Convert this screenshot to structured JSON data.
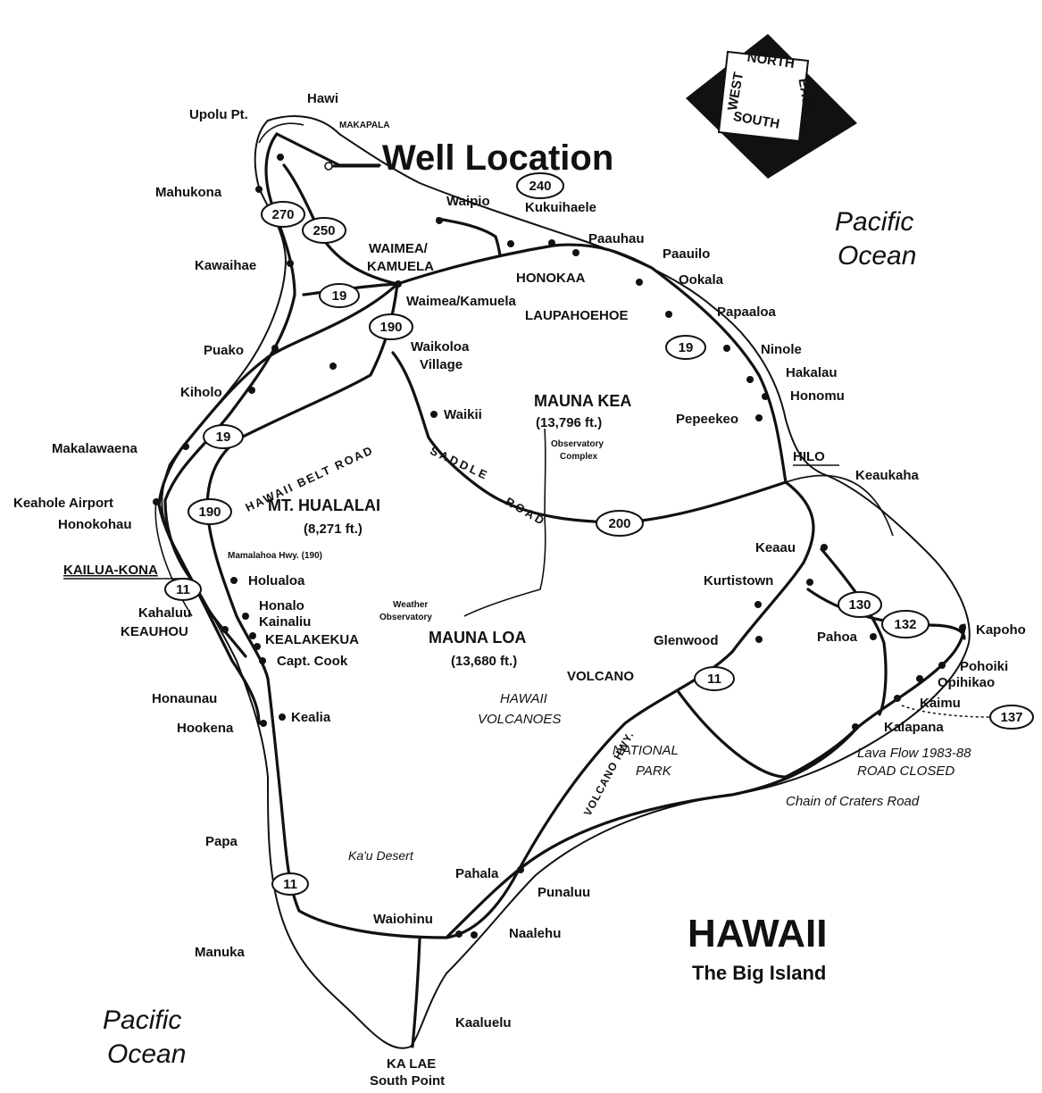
{
  "title": "HAWAII",
  "subtitle": "The Big Island",
  "well_label": "Well Location",
  "ocean_ne": [
    "Pacific",
    "Ocean"
  ],
  "ocean_sw": [
    "Pacific",
    "Ocean"
  ],
  "compass": {
    "north": "NORTH",
    "east": "EAST",
    "south": "SOUTH",
    "west": "WEST"
  },
  "mountains": {
    "hualalai": {
      "name": "MT. HUALALAI",
      "elev": "(8,271 ft.)"
    },
    "kea": {
      "name": "MAUNA KEA",
      "elev": "(13,796 ft.)"
    },
    "loa": {
      "name": "MAUNA LOA",
      "elev": "(13,680 ft.)"
    }
  },
  "features": {
    "observatory_complex": [
      "Observatory",
      "Complex"
    ],
    "weather_observatory": [
      "Weather",
      "Observatory"
    ],
    "hawaii_volcanoes": [
      "HAWAII",
      "VOLCANOES"
    ],
    "national_park": [
      "NATIONAL",
      "PARK"
    ],
    "kau_desert": "Ka'u Desert",
    "lava_flow": [
      "Lava Flow 1983-88",
      "ROAD CLOSED"
    ],
    "chain_of_craters": "Chain of Craters Road",
    "mamalahoa": "Mamalahoa Hwy. (190)"
  },
  "road_names": {
    "belt": "HAWAII BELT ROAD",
    "saddle1": "SADDLE",
    "saddle2": "ROAD",
    "volcano_hwy": "VOLCANO HWY."
  },
  "shields": [
    "240",
    "270",
    "250",
    "19",
    "190",
    "19",
    "19",
    "190",
    "11",
    "200",
    "130",
    "132",
    "11",
    "137",
    "11"
  ],
  "places": {
    "upolu": "Upolu Pt.",
    "hawi": "Hawi",
    "makapala": "MAKAPALA",
    "mahukona": "Mahukona",
    "kawaihae": "Kawaihae",
    "puako": "Puako",
    "kiholo": "Kiholo",
    "makalawaena": "Makalawaena",
    "keahole": "Keahole Airport",
    "honokohau": "Honokohau",
    "kailua": "KAILUA-KONA",
    "kahaluu": "Kahaluu",
    "keauhou": "KEAUHOU",
    "holualoa": "Holualoa",
    "honalo": "Honalo",
    "kainaliu": "Kainaliu",
    "kealakekua": "KEALAKEKUA",
    "captcook": "Capt. Cook",
    "honaunau": "Honaunau",
    "hookena": "Hookena",
    "kealia": "Kealia",
    "papa": "Papa",
    "manuka": "Manuka",
    "kalae": "KA LAE",
    "southpoint": "South Point",
    "kaalualu": "Kaaluelu",
    "waiohinu": "Waiohinu",
    "naalehu": "Naalehu",
    "punaluu": "Punaluu",
    "pahala": "Pahala",
    "waipio": "Waipio",
    "kukuihaele": "Kukuihaele",
    "waimea": "WAIMEA/",
    "kamuela": "KAMUELA",
    "waimea2": "Waimea/Kamuela",
    "honokaa": "HONOKAA",
    "paauhau": "Paauhau",
    "paauilo": "Paauilo",
    "ookala": "Ookala",
    "laupahoehoe": "LAUPAHOEHOE",
    "papaaloa": "Papaaloa",
    "ninole": "Ninole",
    "hakalau": "Hakalau",
    "honomu": "Honomu",
    "pepeekeo": "Pepeekeo",
    "hilo": "HILO",
    "keaukaha": "Keaukaha",
    "waikoloa": "Waikoloa",
    "village": "Village",
    "waikii": "Waikii",
    "keaau": "Keaau",
    "kurtistown": "Kurtistown",
    "glenwood": "Glenwood",
    "volcano": "VOLCANO",
    "pahoa": "Pahoa",
    "kapoho": "Kapoho",
    "pohoiki": "Pohoiki",
    "opihikao": "Opihikao",
    "kaimu": "Kaimu",
    "kalapana": "Kalapana"
  }
}
